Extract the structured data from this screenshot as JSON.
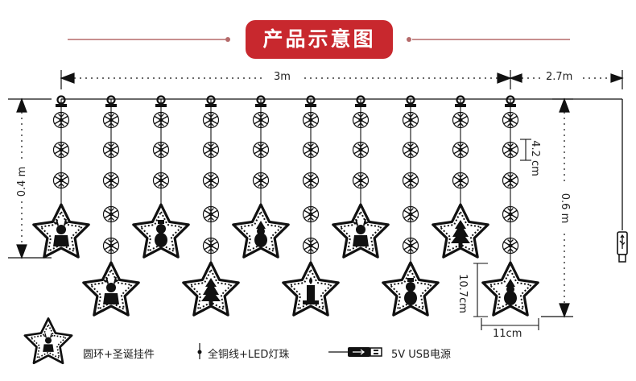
{
  "title": "产品示意图",
  "dimensions": {
    "total_width": "3m",
    "cable_length": "2.7m",
    "short_drop": "0.4 m",
    "long_drop": "0.6 m",
    "snowflake_spacing": "4.2 cm",
    "star_height": "10.7cm",
    "star_width": "11cm"
  },
  "legend": {
    "ornament_label": "圆环+圣诞挂件",
    "wire_label": "全铜线+LED灯珠",
    "power_label": "5V USB电源"
  },
  "strands": [
    {
      "drop": "short",
      "figure": "reindeer"
    },
    {
      "drop": "long",
      "figure": "reindeer"
    },
    {
      "drop": "short",
      "figure": "snowman"
    },
    {
      "drop": "long",
      "figure": "tree"
    },
    {
      "drop": "short",
      "figure": "santa"
    },
    {
      "drop": "long",
      "figure": "candle"
    },
    {
      "drop": "short",
      "figure": "reindeer"
    },
    {
      "drop": "long",
      "figure": "snowman"
    },
    {
      "drop": "short",
      "figure": "tree"
    },
    {
      "drop": "long",
      "figure": "santa"
    }
  ],
  "icons": [
    "snowflake-icon",
    "hook-icon",
    "star-ornament-icon",
    "usb-plug-icon"
  ],
  "colors": {
    "title_bg": "#c8282e",
    "line": "#222222",
    "accent_line": "#b56a6a"
  }
}
